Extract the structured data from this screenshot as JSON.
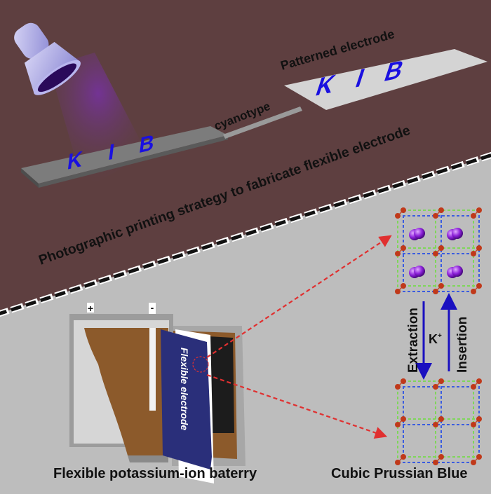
{
  "top_section": {
    "caption": "Photographic printing strategy to fabricate flexible electrode",
    "process_label": "cyanotype",
    "patterned_label": "Patterned electrode",
    "mask_letters": [
      "K",
      "I",
      "B"
    ],
    "electrode_letters": [
      "K",
      "I",
      "B"
    ]
  },
  "battery": {
    "caption": "Flexible potassium-ion baterry",
    "electrode_label": "Flexible electrode",
    "positive_terminal": "+",
    "negative_terminal": "-"
  },
  "crystal": {
    "caption": "Cubic Prussian Blue",
    "extraction_label": "Extraction",
    "insertion_label": "Insertion",
    "ion_label": "K",
    "ion_charge": "+"
  },
  "colors": {
    "top_background": "#5e3f40",
    "bottom_background": "#bdbdbd",
    "prussian_blue": "#1a10e0",
    "arrow_red": "#e03030",
    "electrode_navy": "#2a2f7a",
    "carbon_brown": "#8c5a2b"
  }
}
